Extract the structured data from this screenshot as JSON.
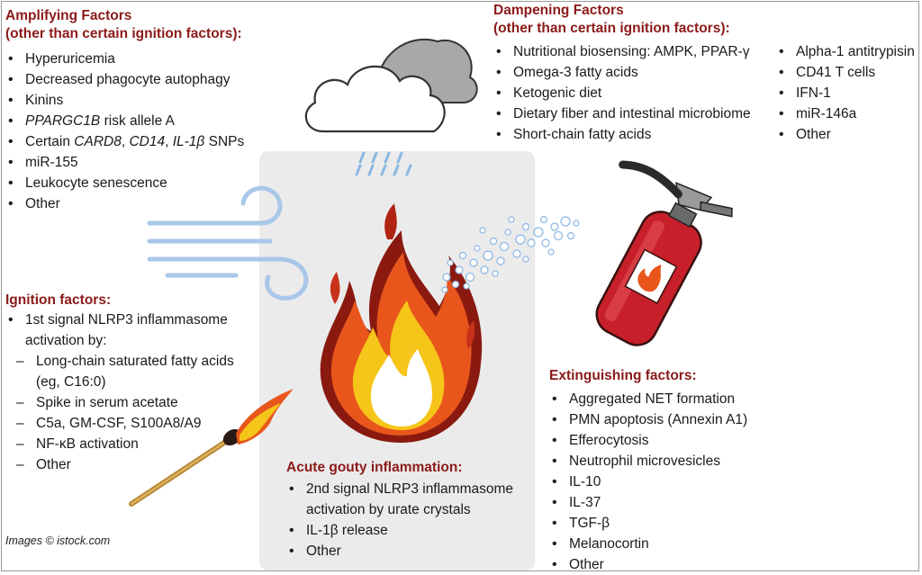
{
  "amplifying": {
    "heading_line1": "Amplifying Factors",
    "heading_line2": "(other than certain ignition factors):",
    "items": [
      [
        "Hyperuricemia"
      ],
      [
        "Decreased phagocyte autophagy"
      ],
      [
        "Kinins"
      ],
      [
        "PPARGC1B",
        " risk allele A"
      ],
      [
        "Certain ",
        "CARD8",
        ", ",
        "CD14",
        ", ",
        "IL-1β",
        " SNPs"
      ],
      [
        "miR-155"
      ],
      [
        "Leukocyte senescence"
      ],
      [
        "Other"
      ]
    ]
  },
  "dampening": {
    "heading_line1": "Dampening Factors",
    "heading_line2": "(other than certain ignition factors):",
    "col1": [
      "Nutritional biosensing: AMPK, PPAR-γ",
      "Omega-3 fatty acids",
      "Ketogenic diet",
      "Dietary fiber and intestinal microbiome",
      "Short-chain fatty acids"
    ],
    "col2": [
      "Alpha-1 antitrypisin",
      "CD41 T cells",
      "IFN-1",
      "miR-146a",
      "Other"
    ]
  },
  "ignition": {
    "heading": "Ignition factors:",
    "main_line1": "1st signal NLRP3 inflammasome",
    "main_line2": "activation by:",
    "sub": [
      "Long-chain saturated fatty acids",
      "(eg, C16:0)",
      "Spike in serum acetate",
      "C5a, GM-CSF, S100A8/A9",
      "NF-κB activation",
      "Other"
    ]
  },
  "acute": {
    "heading": "Acute gouty inflammation:",
    "items": [
      "2nd signal NLRP3 inflammasome",
      "activation by urate crystals",
      "IL-1β release",
      "Other"
    ]
  },
  "extinguishing": {
    "heading": "Extinguishing factors:",
    "items": [
      "Aggregated NET formation",
      "PMN apoptosis (Annexin A1)",
      "Efferocytosis",
      "Neutrophil microvesicles",
      "IL-10",
      "IL-37",
      "TGF-β",
      "Melanocortin",
      "Other"
    ]
  },
  "credit": "Images © istock.com",
  "colors": {
    "heading_red": "#8b1a1a",
    "panel_gray": "#ebebeb",
    "wind_blue": "#a9c7e8",
    "extinguisher_red": "#c8202a",
    "flame_orange": "#e8561c",
    "flame_yellow": "#f6c51a"
  },
  "icons": [
    "cloud-icon",
    "rain-icon",
    "wind-icon",
    "flame-icon",
    "match-icon",
    "fire-extinguisher-icon",
    "foam-spray-icon"
  ]
}
